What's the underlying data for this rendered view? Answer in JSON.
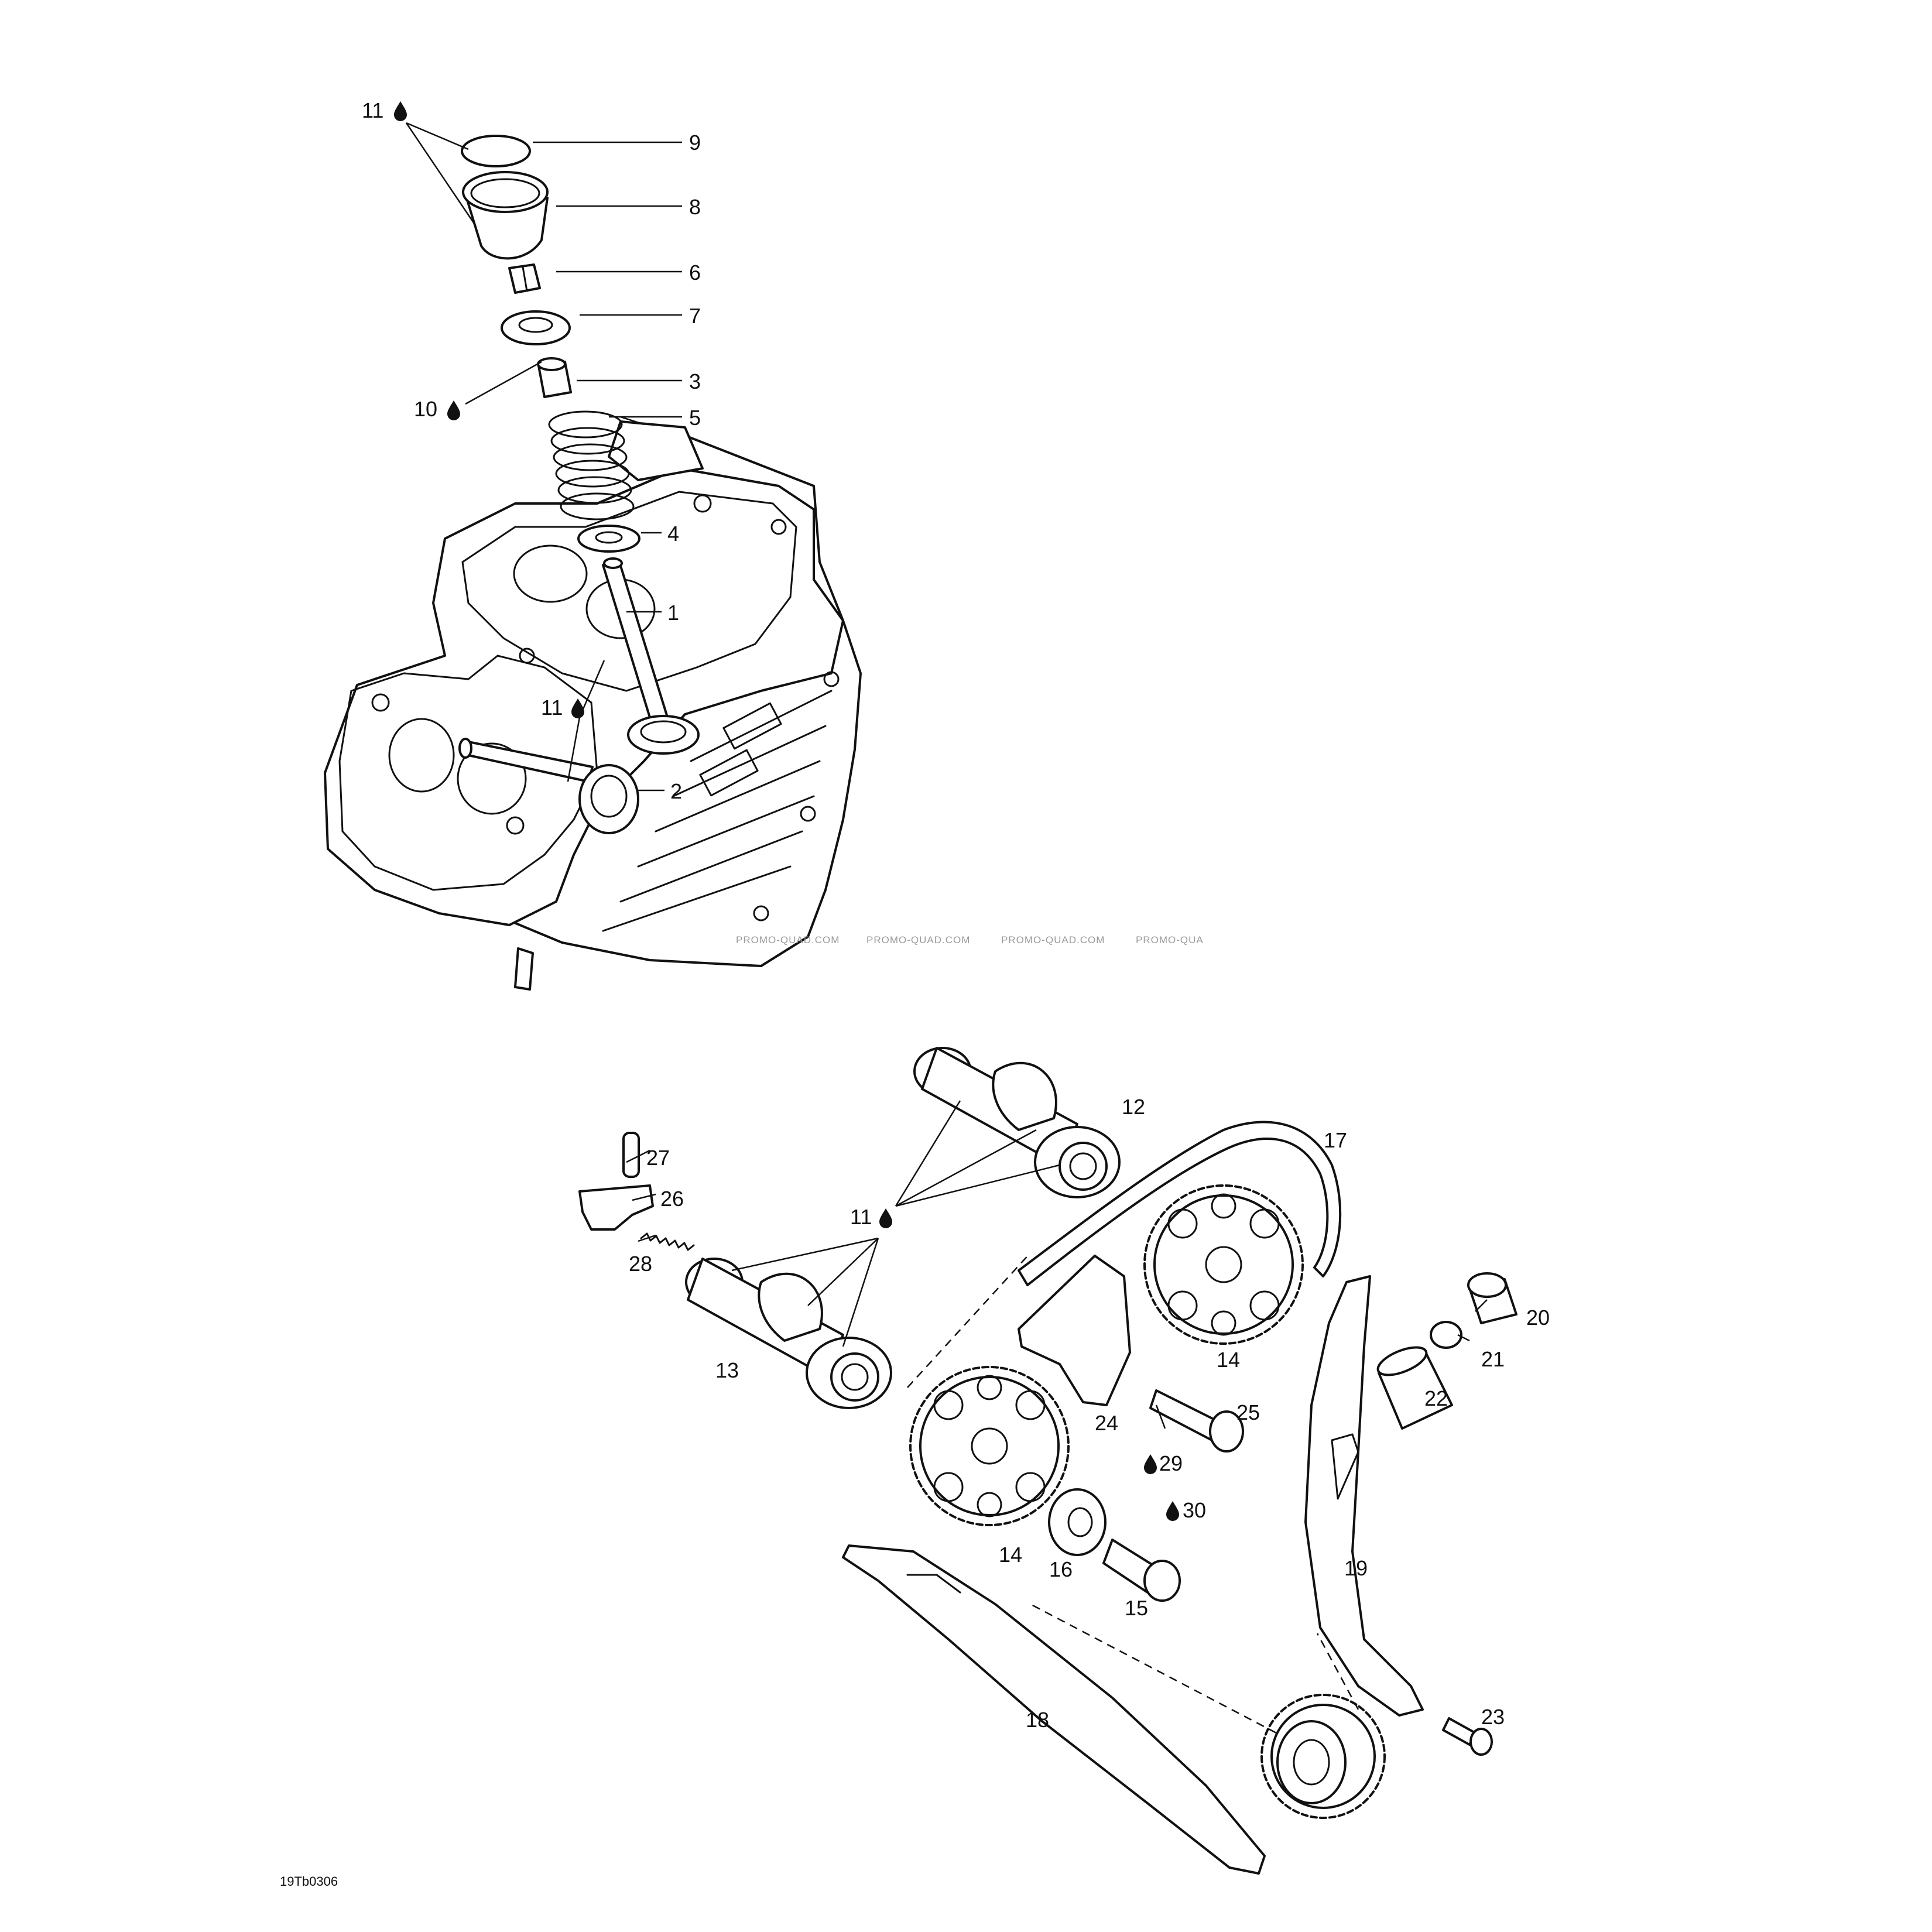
{
  "callouts": {
    "c1": "1",
    "c2": "2",
    "c3": "3",
    "c4": "4",
    "c5": "5",
    "c6": "6",
    "c7": "7",
    "c8": "8",
    "c9": "9",
    "c10": "10",
    "c11_top": "11",
    "c11_head": "11",
    "c11_cams": "11",
    "c12": "12",
    "c13": "13",
    "c14_upper": "14",
    "c14_lower": "14",
    "c15": "15",
    "c16": "16",
    "c17": "17",
    "c18": "18",
    "c19": "19",
    "c20": "20",
    "c21": "21",
    "c22": "22",
    "c23": "23",
    "c24": "24",
    "c25": "25",
    "c26": "26",
    "c27": "27",
    "c28": "28",
    "c29": "29",
    "c30": "30"
  },
  "watermark": {
    "w1": "PROMO-QUAD.COM",
    "w2": "PROMO-QUAD.COM",
    "w3": "PROMO-QUAD.COM",
    "w4": "PROMO-QUA"
  },
  "drawing_code": "19Tb0306",
  "icons": {
    "lubricant": "oil-drop-icon"
  },
  "colors": {
    "ink": "#111111",
    "paper": "#ffffff",
    "watermark": "#9a9a9a"
  }
}
